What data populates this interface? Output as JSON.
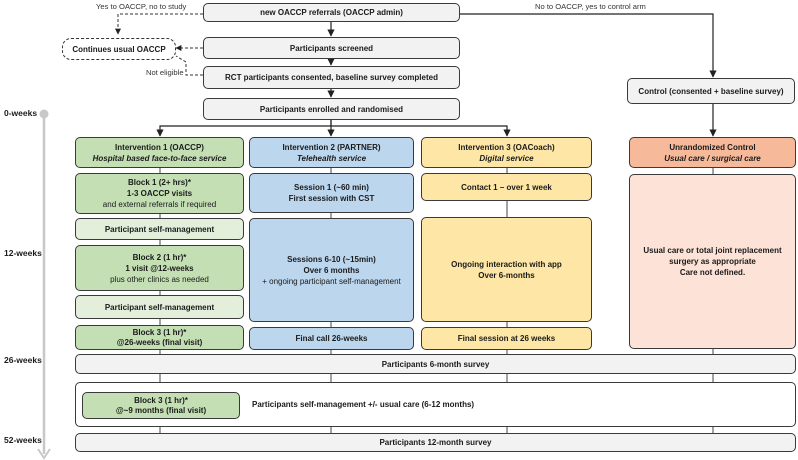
{
  "timeline": {
    "week0": "0-weeks",
    "week12": "12-weeks",
    "week26": "26-weeks",
    "week52": "52-weeks"
  },
  "labels": {
    "yes_no_study": "Yes to OACCP, no to study",
    "no_control": "No to OACCP, yes to control arm",
    "not_eligible": "Not eligible"
  },
  "top": {
    "referrals": "new OACCP referrals (OACCP admin)",
    "continues": "Continues usual OACCP",
    "screened": "Participants screened",
    "consented": "RCT participants consented, baseline survey completed",
    "enrolled": "Participants enrolled and randomised",
    "control": "Control (consented + baseline survey)"
  },
  "arms": {
    "i1": {
      "title": "Intervention 1 (OACCP)",
      "subtitle": "Hospital based face-to-face service",
      "block1_title": "Block 1 (2+ hrs)*",
      "block1_line2": "1-3 OACCP visits",
      "block1_line3": "and external referrals if required",
      "self1": "Participant self-management",
      "block2_title": "Block 2 (1 hr)*",
      "block2_line2": "1 visit @12-weeks",
      "block2_line3": "plus other clinics as needed",
      "self2": "Participant self-management",
      "block3_title": "Block 3 (1 hr)*",
      "block3_line2": "@26-weeks (final visit)"
    },
    "i2": {
      "title": "Intervention 2 (PARTNER)",
      "subtitle": "Telehealth service",
      "session1_title": "Session 1 (~60 min)",
      "session1_line2": "First session with CST",
      "sessions_title": "Sessions 6-10 (~15min)",
      "sessions_line2": "Over 6 months",
      "sessions_line3": "+ ongoing participant self-management",
      "final": "Final call 26-weeks"
    },
    "i3": {
      "title": "Intervention 3 (OACoach)",
      "subtitle": "Digital service",
      "contact": "Contact 1 – over 1 week",
      "ongoing_title": "Ongoing interaction with app",
      "ongoing_line2": "Over 6-months",
      "final": "Final session at 26 weeks"
    },
    "unr": {
      "title": "Unrandomized Control",
      "subtitle": "Usual care / surgical care",
      "body_line1": "Usual care or total joint replacement",
      "body_line2": "surgery as appropriate",
      "body_line3": "Care not defined."
    }
  },
  "bottom": {
    "survey6": "Participants 6-month survey",
    "block3b_title": "Block 3 (1 hr)*",
    "block3b_line2": "@~9 months (final visit)",
    "self_mgmt": "Participants self-management +/- usual care (6-12 months)",
    "survey12": "Participants 12-month survey"
  }
}
